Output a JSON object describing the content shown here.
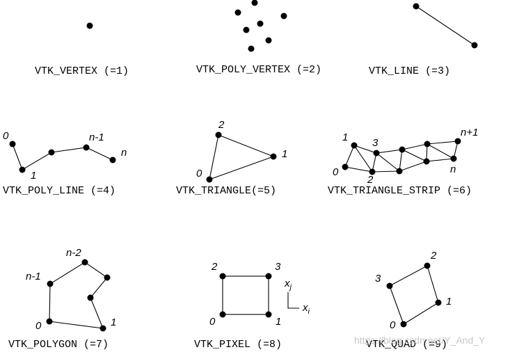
{
  "cells": [
    {
      "name": "VTK_VERTEX (=1)",
      "vertex_labels": []
    },
    {
      "name": "VTK_POLY_VERTEX (=2)",
      "vertex_labels": []
    },
    {
      "name": "VTK_LINE (=3)",
      "vertex_labels": []
    },
    {
      "name": "VTK_POLY_LINE (=4)",
      "vertex_labels": [
        "0",
        "1",
        "n-1",
        "n"
      ]
    },
    {
      "name": "VTK_TRIANGLE(=5)",
      "vertex_labels": [
        "0",
        "1",
        "2"
      ]
    },
    {
      "name": "VTK_TRIANGLE_STRIP (=6)",
      "vertex_labels": [
        "0",
        "1",
        "2",
        "3",
        "n",
        "n+1"
      ]
    },
    {
      "name": "VTK_POLYGON (=7)",
      "vertex_labels": [
        "0",
        "1",
        "n-2",
        "n-1"
      ]
    },
    {
      "name": "VTK_PIXEL (=8)",
      "vertex_labels": [
        "0",
        "1",
        "2",
        "3"
      ]
    },
    {
      "name": "VTK_QUAD (=9)",
      "vertex_labels": [
        "0",
        "1",
        "2",
        "3"
      ]
    }
  ],
  "axes": {
    "x_main": "x",
    "x_sub": "i",
    "y_main": "x",
    "y_sub": "j"
  },
  "watermark": "https://blog.csdn.net/Y_And_Y",
  "colors": {
    "ink": "#000000",
    "background": "#ffffff",
    "watermark": "#c8c8c8"
  }
}
